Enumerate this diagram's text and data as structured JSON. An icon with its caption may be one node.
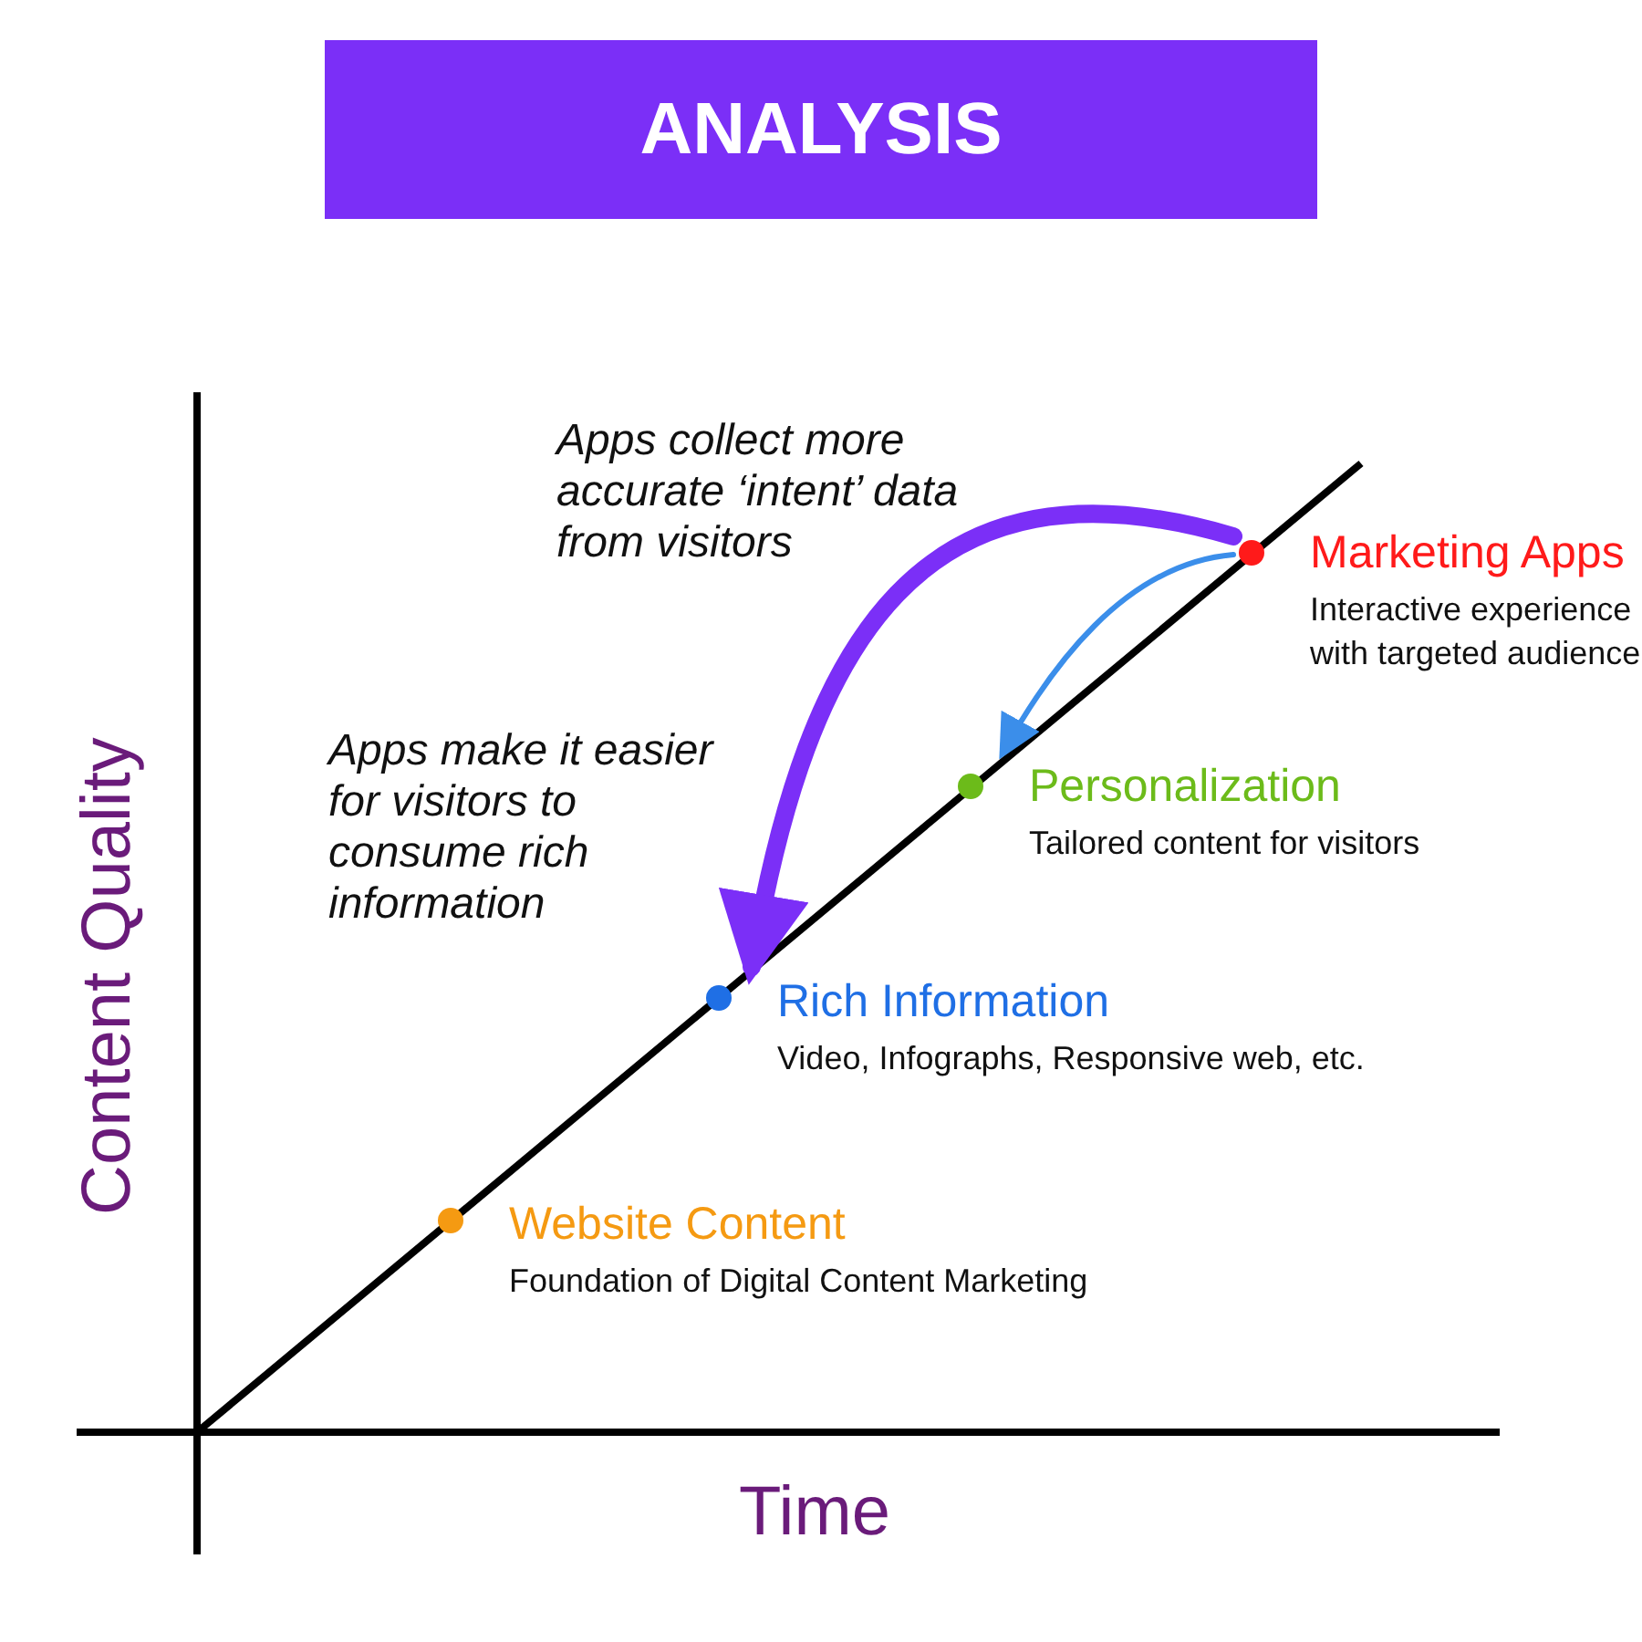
{
  "diagram": {
    "title": "ANALYSIS",
    "nodes": [
      {
        "text": [
          "Marketing Apps",
          "Interactive experience with targeted audience"
        ]
      },
      {
        "text": [
          "Personalization",
          "Tailored content for visitors"
        ]
      },
      {
        "text": [
          "Rich Information",
          "Video, Infographs, Responsive web, etc."
        ]
      },
      {
        "text": [
          "Website Content",
          "Foundation of Digital Content Marketing"
        ]
      }
    ],
    "edges": [
      {
        "from": 0,
        "to": 2,
        "arrow": "to",
        "style": "thick",
        "color": "#7b2ff7"
      },
      {
        "from": 0,
        "to": 1,
        "arrow": "to",
        "color": "#3b8eea"
      }
    ],
    "labels": [
      "Apps collect more accurate ‘intent’ data from visitors",
      "Apps make it easier for visitors to consume rich information",
      "Content Quality",
      "Time"
    ]
  }
}
